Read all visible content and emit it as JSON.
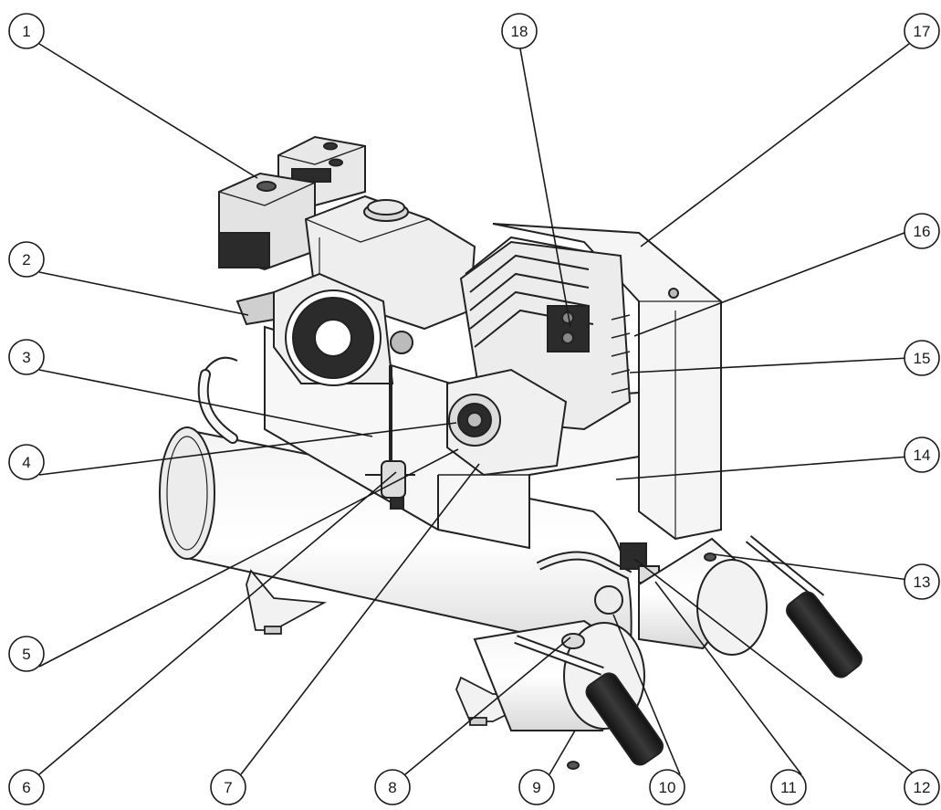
{
  "diagram": {
    "callouts": [
      {
        "id": 1,
        "label": "1"
      },
      {
        "id": 2,
        "label": "2"
      },
      {
        "id": 3,
        "label": "3"
      },
      {
        "id": 4,
        "label": "4"
      },
      {
        "id": 5,
        "label": "5"
      },
      {
        "id": 6,
        "label": "6"
      },
      {
        "id": 7,
        "label": "7"
      },
      {
        "id": 8,
        "label": "8"
      },
      {
        "id": 9,
        "label": "9"
      },
      {
        "id": 10,
        "label": "10"
      },
      {
        "id": 11,
        "label": "11"
      },
      {
        "id": 12,
        "label": "12"
      },
      {
        "id": 13,
        "label": "13"
      },
      {
        "id": 14,
        "label": "14"
      },
      {
        "id": 15,
        "label": "15"
      },
      {
        "id": 16,
        "label": "16"
      },
      {
        "id": 17,
        "label": "17"
      },
      {
        "id": 18,
        "label": "18"
      }
    ],
    "colors": {
      "ink": "#1a1a1a",
      "line": "#222222",
      "dark": "#2b2b2b",
      "mid": "#8a8a8a",
      "light": "#d4d4d4",
      "paper": "#ffffff"
    }
  }
}
